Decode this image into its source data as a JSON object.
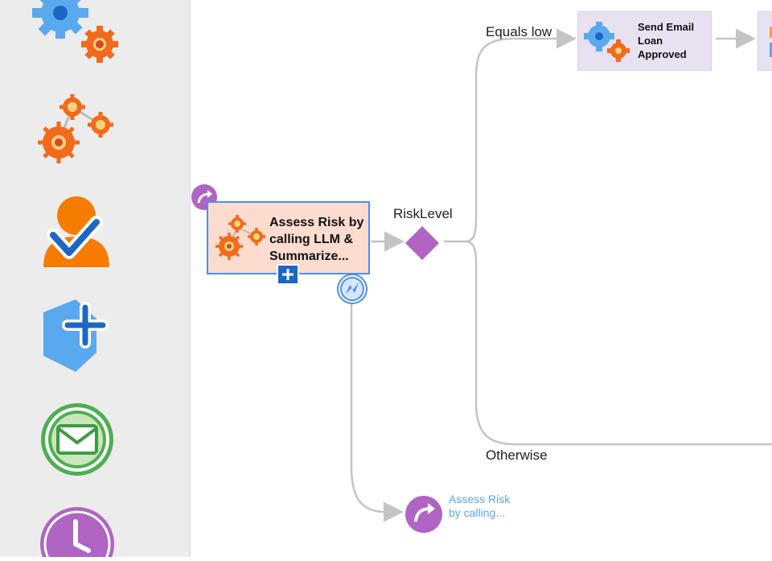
{
  "palette": {
    "items": [
      {
        "name": "service-task",
        "icon": "gears-icon"
      },
      {
        "name": "connected-services",
        "icon": "network-gears-icon"
      },
      {
        "name": "user-task",
        "icon": "user-check-icon"
      },
      {
        "name": "add-element",
        "icon": "add-shape-icon"
      },
      {
        "name": "email-event",
        "icon": "envelope-icon"
      },
      {
        "name": "timer-event",
        "icon": "clock-icon"
      }
    ]
  },
  "flow": {
    "main_activity": {
      "title": "Assess Risk by calling LLM & Summarize..."
    },
    "gateway": {
      "label": "RiskLevel"
    },
    "branches": {
      "equals_low": "Equals low",
      "otherwise": "Otherwise"
    },
    "send_email": {
      "title": "Send Email Loan Approved"
    },
    "link_event": {
      "label": "Assess Risk by calling..."
    }
  },
  "colors": {
    "palette_bg": "#ececec",
    "activity_orange": "#fbdccf",
    "activity_purple": "#e8e1f1",
    "gateway": "#b064c4",
    "selection_blue": "#4c8ee9",
    "link_text": "#5aa6ea",
    "connector": "#c4c4c4"
  }
}
